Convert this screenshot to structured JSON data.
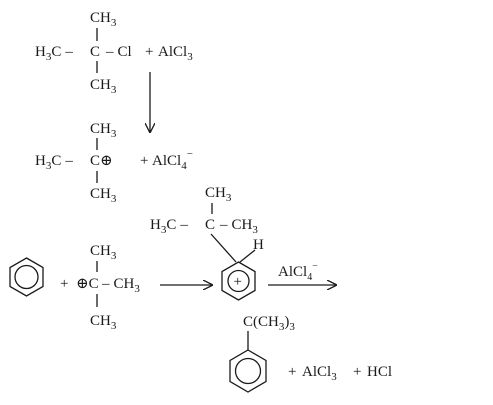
{
  "labels": {
    "ch3": "CH",
    "h3c": "H",
    "c": "C",
    "cl": "Cl",
    "alcl": "AlCl",
    "h": "H",
    "hcl": "HCl",
    "plus": "+",
    "dash": "–",
    "sub3": "3",
    "sub4": "4",
    "superminus": "−",
    "cation": "⊕",
    "ringplus": "+",
    "ctbu": "C(CH",
    "paren": ")"
  }
}
